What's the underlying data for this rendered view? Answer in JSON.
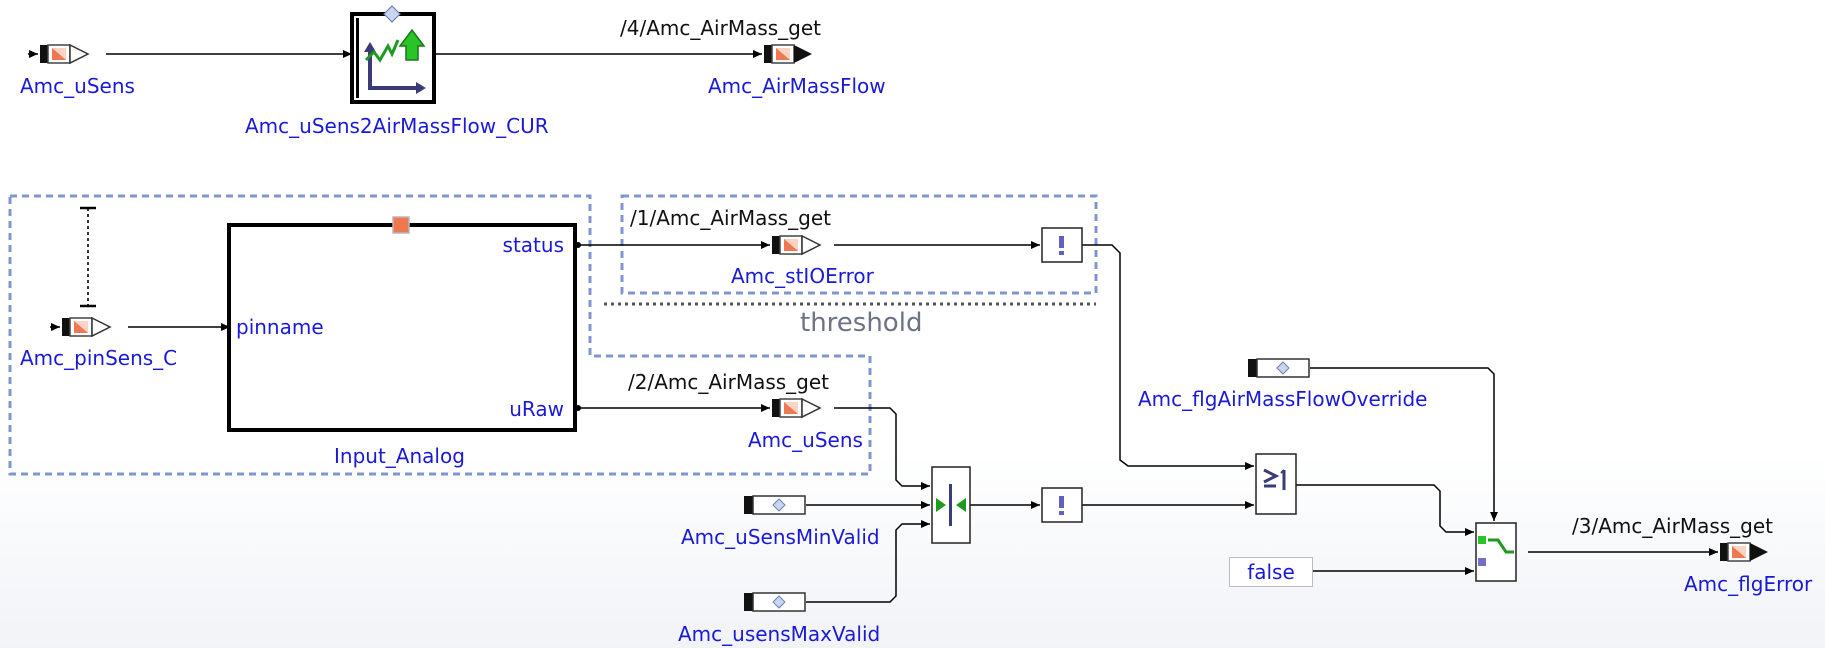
{
  "labels": {
    "in_usens_top": "Amc_uSens",
    "curve_block": "Amc_uSens2AirMassFlow_CUR",
    "msg4": "/4/Amc_AirMass_get",
    "out_airmassflow": "Amc_AirMassFlow",
    "in_pinsens": "Amc_pinSens_C",
    "input_analog": "Input_Analog",
    "msg1": "/1/Amc_AirMass_get",
    "out_stioerror": "Amc_stIOError",
    "threshold": "threshold",
    "msg2": "/2/Amc_AirMass_get",
    "out_usens": "Amc_uSens",
    "param_override": "Amc_flgAirMassFlowOverride",
    "param_min": "Amc_uSensMinValid",
    "param_max": "Amc_usensMaxValid",
    "const_false": "false",
    "msg3": "/3/Amc_AirMass_get",
    "out_flgerror": "Amc_flgError"
  },
  "ports": {
    "status": "status",
    "pinname": "pinname",
    "uraw": "uRaw"
  },
  "colors": {
    "label_blue": "#1a1ad6",
    "group_dash": "#7f97d0",
    "message_orange": "#f07850",
    "switch_green": "#1e9a1e"
  },
  "icons": [
    "curve-block-icon",
    "not-operator-icon",
    "or-operator-icon",
    "range-limit-icon",
    "switch-icon",
    "parameter-icon",
    "message-icon"
  ]
}
